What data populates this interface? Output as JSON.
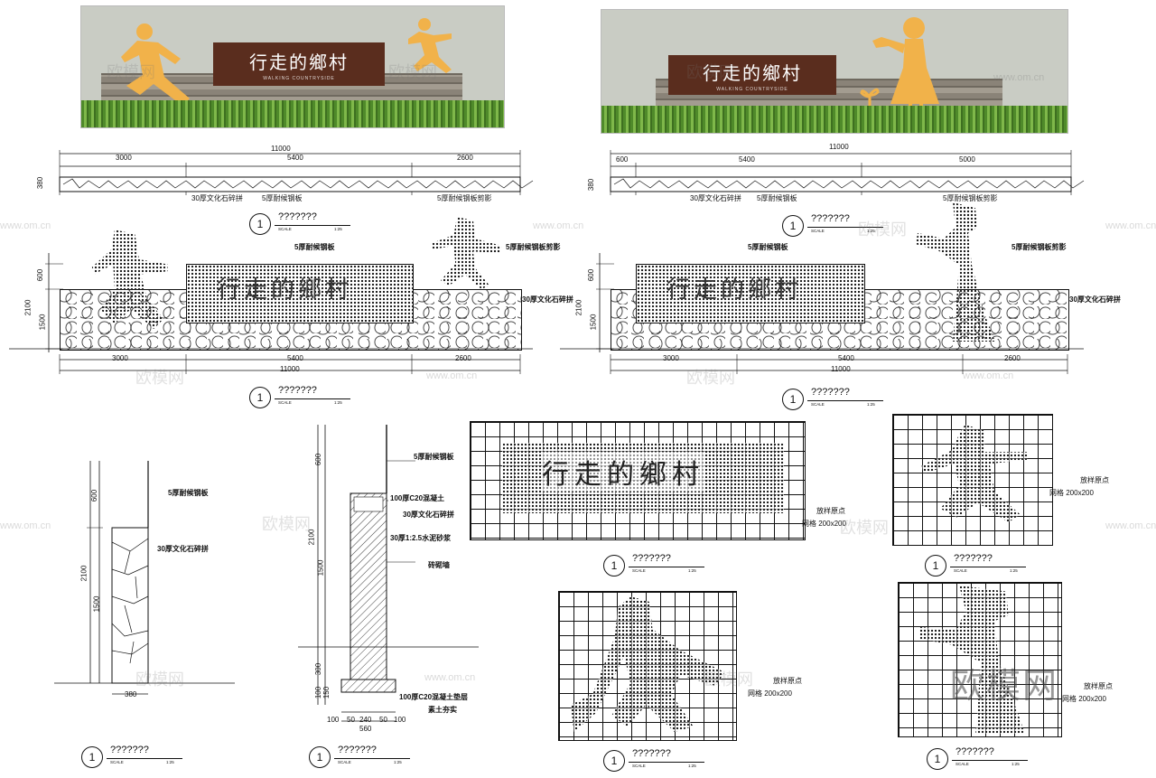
{
  "sign_text": "行走的鄉村",
  "sign_subtext": "WALKING COUNTRYSIDE",
  "watermark": "欧模网",
  "watermark_site": "www.om.cn",
  "big_watermark": "欧模网",
  "views": [
    {
      "name": "???????",
      "scale_label": "SCALE",
      "scale": "1:25"
    },
    {
      "name": "???????",
      "scale_label": "SCALE",
      "scale": "1:25"
    },
    {
      "name": "???????",
      "scale_label": "SCALE",
      "scale": "1:25"
    },
    {
      "name": "???????",
      "scale_label": "SCALE",
      "scale": "1:25"
    },
    {
      "name": "???????",
      "scale_label": "SCALE",
      "scale": "1:25"
    },
    {
      "name": "???????",
      "scale_label": "SCALE",
      "scale": "1:25"
    },
    {
      "name": "???????",
      "scale_label": "SCALE",
      "scale": "1:25"
    },
    {
      "name": "???????",
      "scale_label": "SCALE",
      "scale": "1:25"
    },
    {
      "name": "???????",
      "scale_label": "SCALE",
      "scale": "1:25"
    },
    {
      "name": "???????",
      "scale_label": "SCALE",
      "scale": "1:25"
    }
  ],
  "view_number": "1",
  "plan_left": {
    "total": "11000",
    "seg1": "3000",
    "seg2": "5400",
    "seg3": "2600",
    "height": "380",
    "note1": "30厚文化石碎拼",
    "note2": "5厚耐候钢板",
    "note3": "5厚耐候钢板剪影"
  },
  "plan_right": {
    "total": "11000",
    "seg1": "600",
    "seg2": "5400",
    "seg3": "5000",
    "height": "380",
    "note1": "30厚文化石碎拼",
    "note2": "5厚耐候钢板",
    "note3": "5厚耐候钢板剪影"
  },
  "elev_left": {
    "total": "11000",
    "seg1": "3000",
    "seg2": "5400",
    "seg3": "2600",
    "h_total": "2100",
    "h_top": "600",
    "h_base": "1500",
    "note_plate": "5厚耐候钢板",
    "note_silhouette": "5厚耐候钢板剪影",
    "note_stone": "30厚文化石碎拼"
  },
  "elev_right": {
    "total": "11000",
    "seg1": "3000",
    "seg2": "5400",
    "seg3": "2600",
    "h_total": "2100",
    "h_top": "600",
    "h_base": "1500",
    "note_plate": "5厚耐候钢板",
    "note_silhouette": "5厚耐候钢板剪影",
    "note_stone": "30厚文化石碎拼"
  },
  "side_view": {
    "h_total": "2100",
    "h_top": "600",
    "h_base": "1500",
    "width": "380",
    "note1": "5厚耐候钢板",
    "note2": "30厚文化石碎拼"
  },
  "section": {
    "h_top": "600",
    "h_total": "2100",
    "h_base": "1500",
    "h_found": "300",
    "h_bed1": "100",
    "h_bed2": "150",
    "w1": "100",
    "w2": "50",
    "w3": "240",
    "w4": "50",
    "w5": "100",
    "w_total": "560",
    "note1": "5厚耐候钢板",
    "note2": "100厚C20混凝土",
    "note3": "30厚文化石碎拼",
    "note4": "30厚1:2.5水泥砂浆",
    "note5": "砖砌墙",
    "note6": "100厚C20混凝土垫层",
    "note7": "素土夯实"
  },
  "grid_note": {
    "line1": "放样原点",
    "line2": "网格 200x200"
  }
}
